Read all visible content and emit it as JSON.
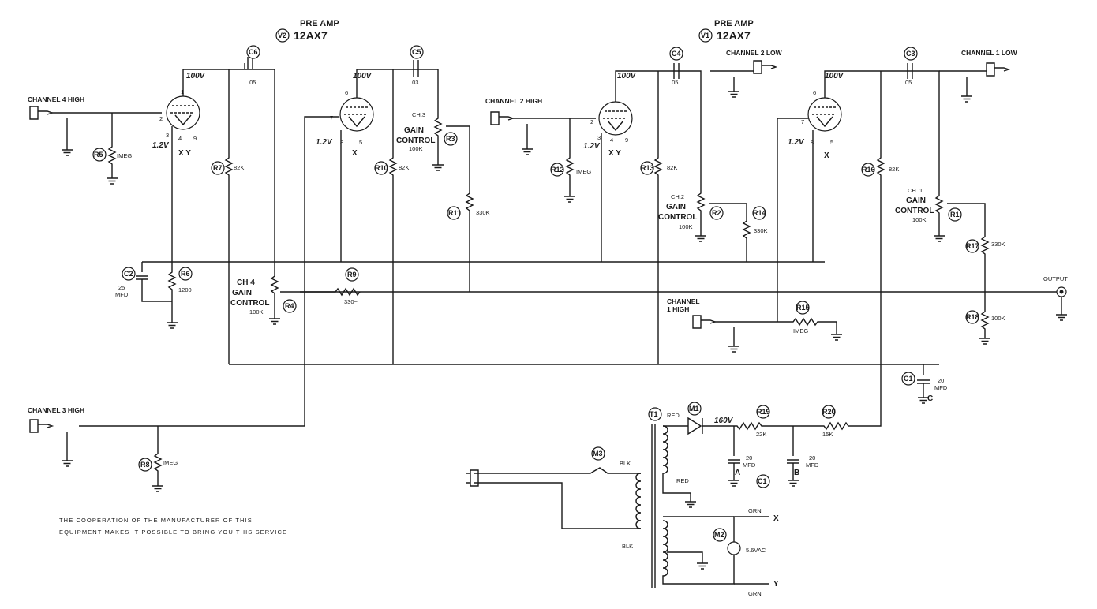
{
  "titles": {
    "preamp_left": "PRE AMP",
    "v2": "V2",
    "tube_left": "12AX7",
    "preamp_right": "PRE AMP",
    "v1": "V1",
    "tube_right": "12AX7"
  },
  "inputs": {
    "ch4_high": "CHANNEL 4 HIGH",
    "ch3_high": "CHANNEL 3 HIGH",
    "ch2_high": "CHANNEL 2 HIGH",
    "ch2_low": "CHANNEL 2 LOW",
    "ch1_low": "CHANNEL 1 LOW",
    "ch1_high_1": "CHANNEL",
    "ch1_high_2": "1 HIGH"
  },
  "output": "OUTPUT",
  "voltages": {
    "plate": "100V",
    "cathode": "1.2V",
    "b_plus": "160V"
  },
  "pins": {
    "p1": "1",
    "p2": "2",
    "p3": "3",
    "p4": "4",
    "p5": "5",
    "p6": "6",
    "p7": "7",
    "p8": "8",
    "p9": "9"
  },
  "heater": {
    "xy": "X Y",
    "x": "X",
    "y": "Y"
  },
  "caps": {
    "c6": "C6",
    "c5": "C5",
    "c4": "C4",
    "c3": "C3",
    "c2": "C2",
    "c1": "C1",
    "v_05": ".05",
    "v_03": ".03",
    "v_05b": ".05",
    "v_05c": "05",
    "c2_val_1": "25",
    "c2_val_2": "MFD",
    "mfd20": "20",
    "mfd": "MFD",
    "a": "A",
    "b": "B",
    "c": "C"
  },
  "resistors": {
    "r1": "R1",
    "r2": "R2",
    "r3": "R3",
    "r4": "R4",
    "r5": "R5",
    "r6": "R6",
    "r7": "R7",
    "r8": "R8",
    "r9": "R9",
    "r10": "R10",
    "r11": "R11",
    "r12": "R12",
    "r13": "R13",
    "r14": "R14",
    "r15": "R15",
    "r16": "R16",
    "r17": "R17",
    "r18": "R18",
    "r19": "R19",
    "r20": "R20",
    "imeg": "IMEG",
    "k82": "82K",
    "k330": "330K",
    "k100": "100K",
    "ohm1200": "1200~",
    "ohm330": "330~",
    "k22": "22K",
    "k15": "15K"
  },
  "gain": {
    "ch1": "CH. 1",
    "ch2": "CH.2",
    "ch3": "CH.3",
    "ch4": "CH 4",
    "gain": "GAIN",
    "control": "CONTROL"
  },
  "power": {
    "t1": "T1",
    "m1": "M1",
    "m2": "M2",
    "m3": "M3",
    "red": "RED",
    "blk": "BLK",
    "grn": "GRN",
    "lamp": "5.6VAC"
  },
  "note": {
    "line1": "THE COOPERATION OF THE MANUFACTURER OF THIS",
    "line2": "EQUIPMENT MAKES IT POSSIBLE TO BRING YOU THIS SERVICE"
  }
}
